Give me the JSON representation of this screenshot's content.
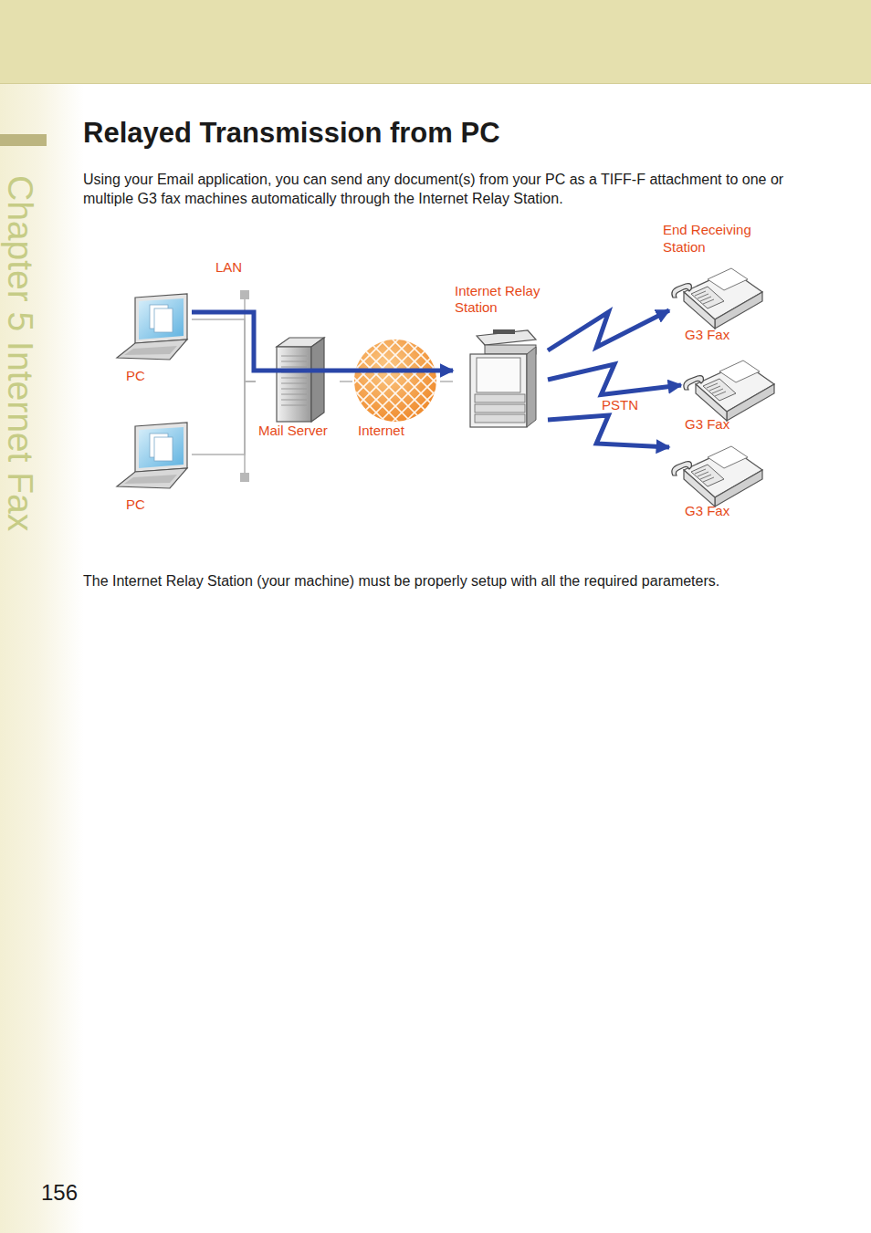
{
  "diagram": {
    "title": "Relayed Transmission from PC",
    "nodes": [
      {
        "text": [
          "PC"
        ]
      },
      {
        "text": [
          "PC"
        ]
      },
      {
        "text": [
          "Mail Server"
        ]
      },
      {
        "text": [
          "Internet"
        ]
      },
      {
        "text": [
          "Internet Relay Station"
        ]
      },
      {
        "text": [
          "G3 Fax"
        ]
      },
      {
        "text": [
          "G3 Fax"
        ]
      },
      {
        "text": [
          "G3 Fax"
        ]
      }
    ],
    "edges": [
      {
        "from": 0,
        "to": 4,
        "arrow": "to"
      },
      {
        "from": 0,
        "to": 2,
        "arrow": "none"
      },
      {
        "from": 1,
        "to": 2,
        "arrow": "none"
      },
      {
        "from": 2,
        "to": 3,
        "arrow": "none"
      },
      {
        "from": 3,
        "to": 4,
        "arrow": "none"
      },
      {
        "from": 4,
        "to": 5,
        "arrow": "to"
      },
      {
        "from": 4,
        "to": 6,
        "label": "PSTN",
        "arrow": "to"
      },
      {
        "from": 4,
        "to": 7,
        "arrow": "to"
      }
    ],
    "labels": [
      "LAN",
      "End Receiving Station",
      "Using your Email application, you can send any document(s) from your PC as a TIFF-F attachment to one or multiple G3 fax machines automatically through the Internet Relay Station.",
      "The Internet Relay Station (your machine) must be properly setup with all the required parameters.",
      "Chapter 5 Internet Fax",
      "156"
    ]
  }
}
